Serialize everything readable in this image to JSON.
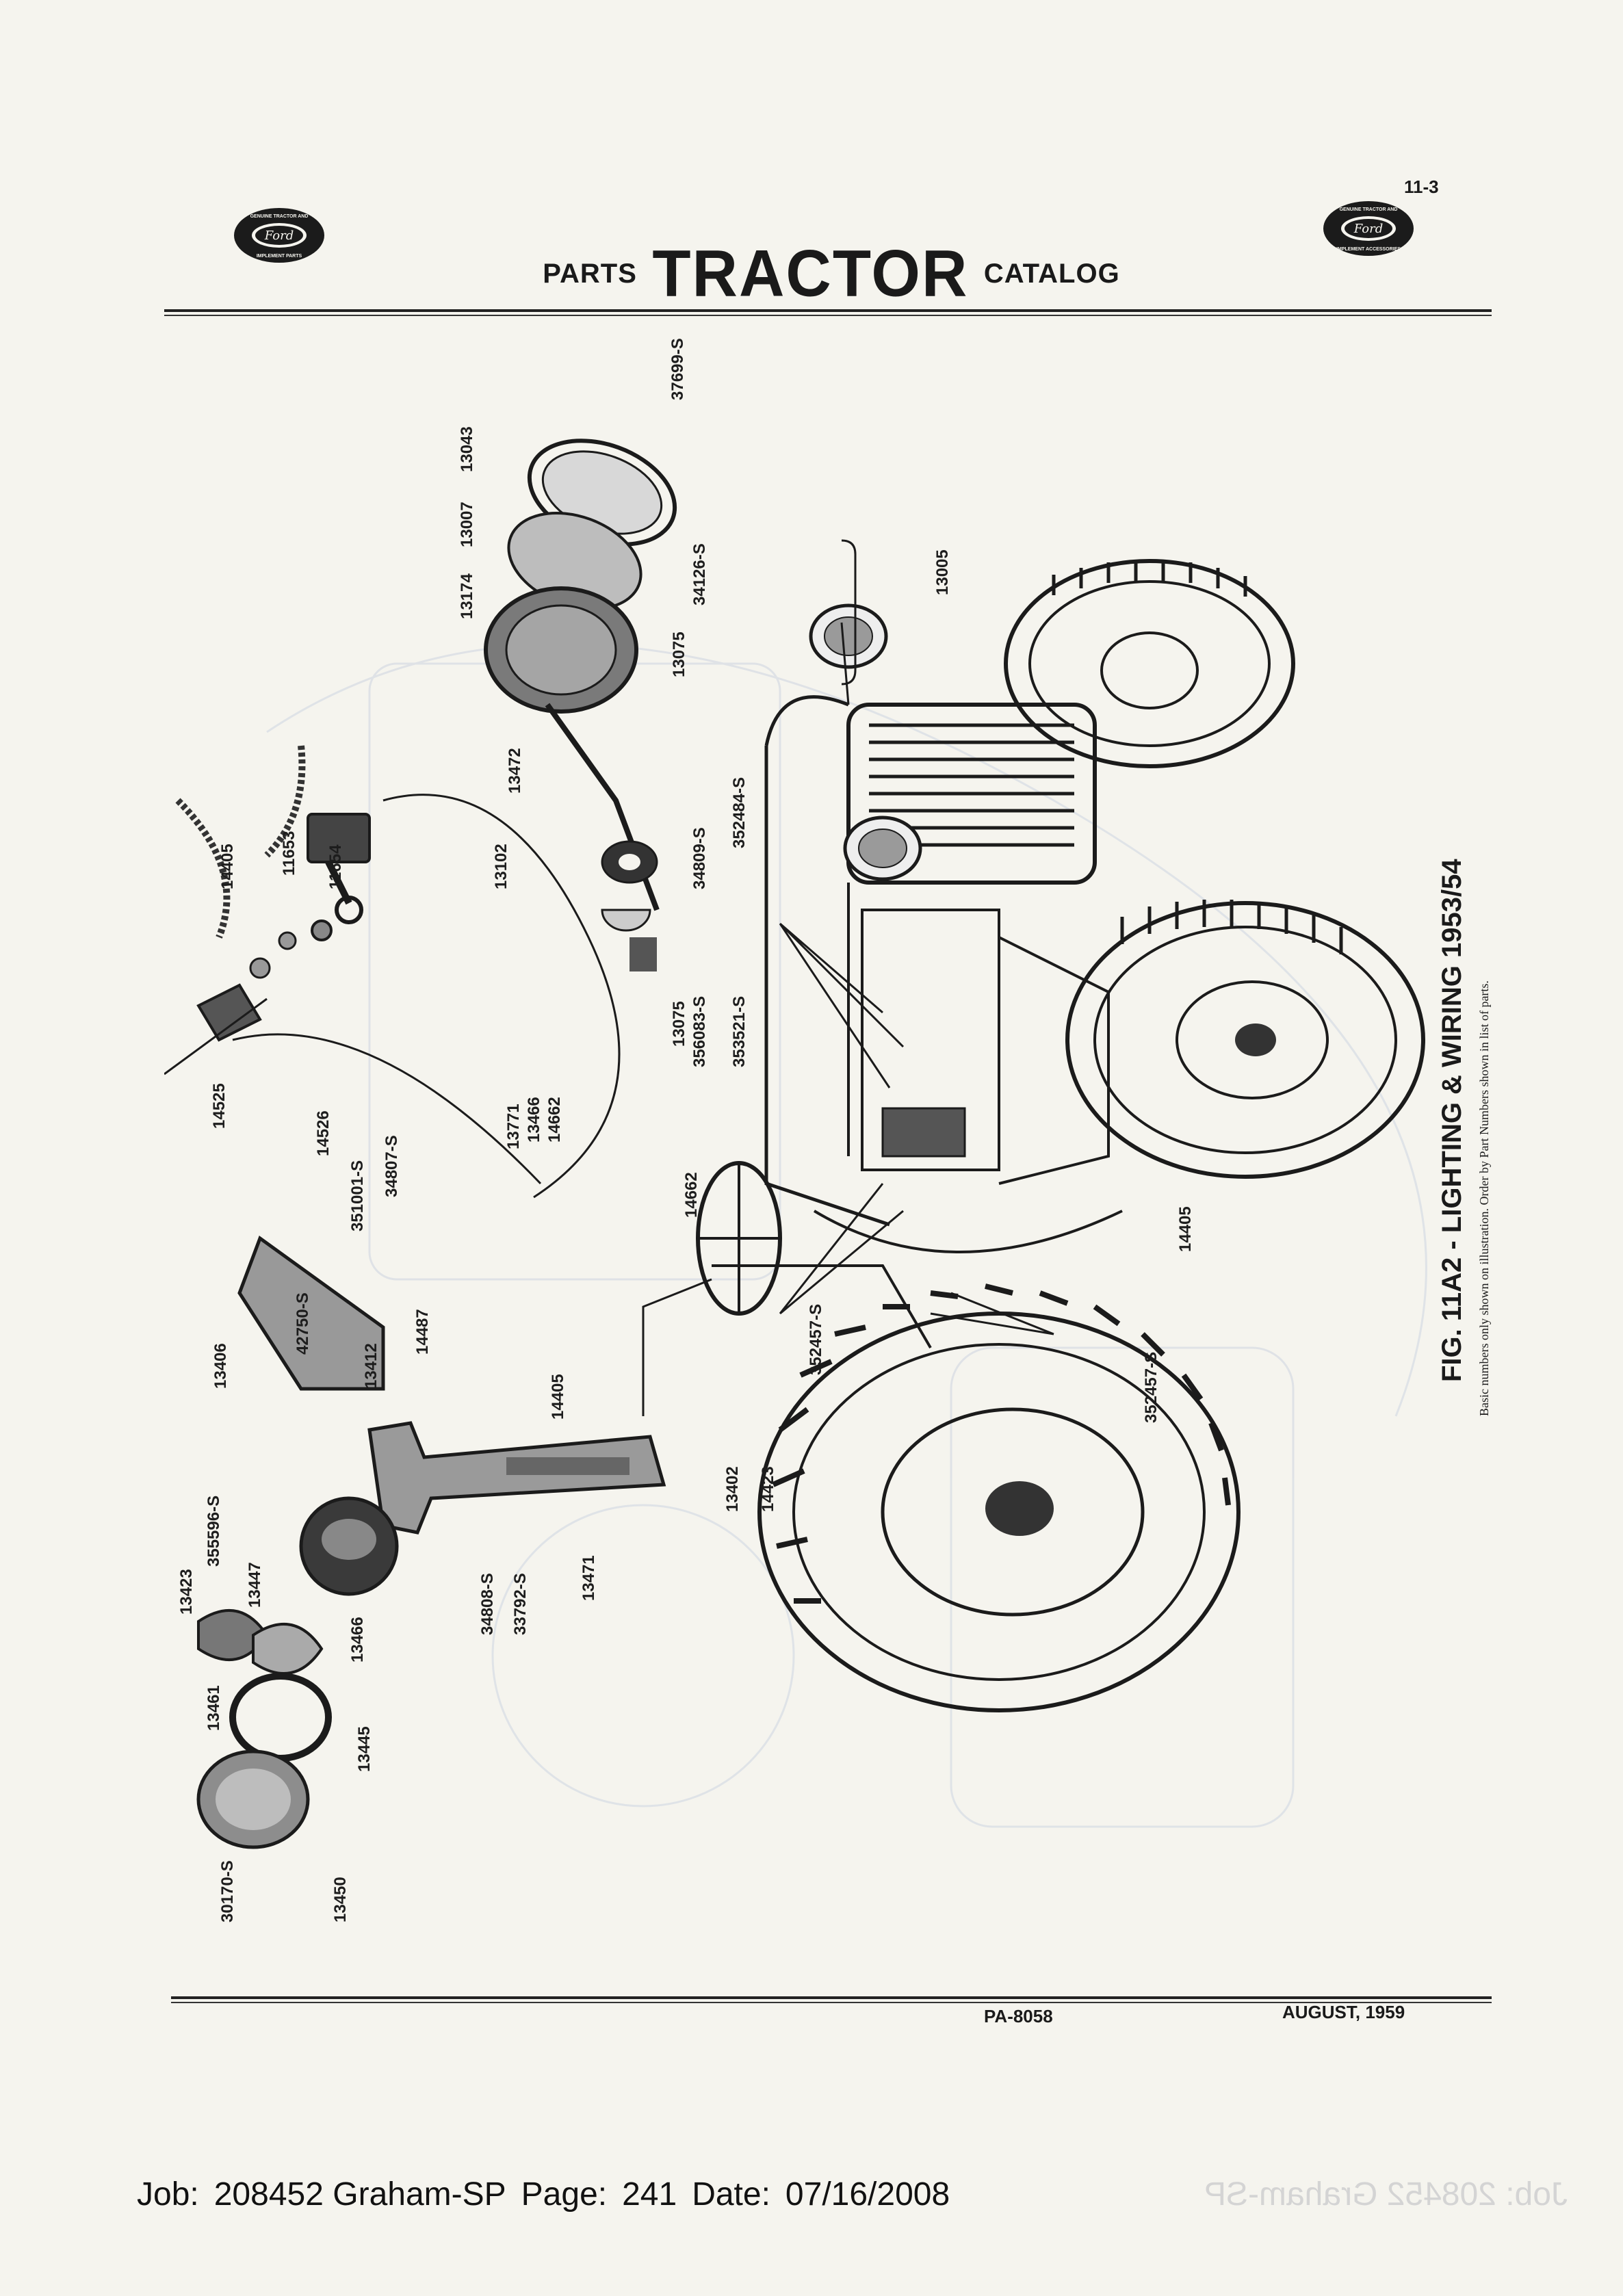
{
  "page": {
    "page_number": "11-3",
    "logo_text_top": "GENUINE TRACTOR AND",
    "logo_text_mid": "Ford",
    "logo_text_bottom": "IMPLEMENT PARTS",
    "logo_right_bottom": "IMPLEMENT ACCESSORIES"
  },
  "header": {
    "left": "PARTS",
    "main": "TRACTOR",
    "right": "CATALOG"
  },
  "figure": {
    "title": "FIG. 11A2 - LIGHTING & WIRING 1953/54",
    "note": "Basic numbers only shown on illustration. Order by Part Numbers shown in list of parts.",
    "callouts": [
      "37699-S",
      "13043",
      "13007",
      "13174",
      "34126-S",
      "13075",
      "13005",
      "13472",
      "34809-S",
      "13102",
      "352484-S",
      "13075",
      "356083-S",
      "353521-S",
      "14405",
      "11653",
      "11654",
      "14525",
      "14526",
      "351001-S",
      "34807-S",
      "13771",
      "13466",
      "14662",
      "14662",
      "14405",
      "352457-S",
      "352457-S",
      "42750-S",
      "13406",
      "13412",
      "14487",
      "14405",
      "13402",
      "14423",
      "13423",
      "355596-S",
      "13447",
      "13466",
      "34808-S",
      "33792-S",
      "13471",
      "13461",
      "13445",
      "30170-S",
      "13450"
    ]
  },
  "footer": {
    "code": "PA-8058",
    "date": "AUGUST, 1959"
  },
  "job": {
    "job_label": "Job:",
    "job_value": "208452 Graham-SP",
    "page_label": "Page:",
    "page_value": "241",
    "date_label": "Date:",
    "date_value": "07/16/2008",
    "ghost": "Job: 208452 Graham-SP"
  }
}
